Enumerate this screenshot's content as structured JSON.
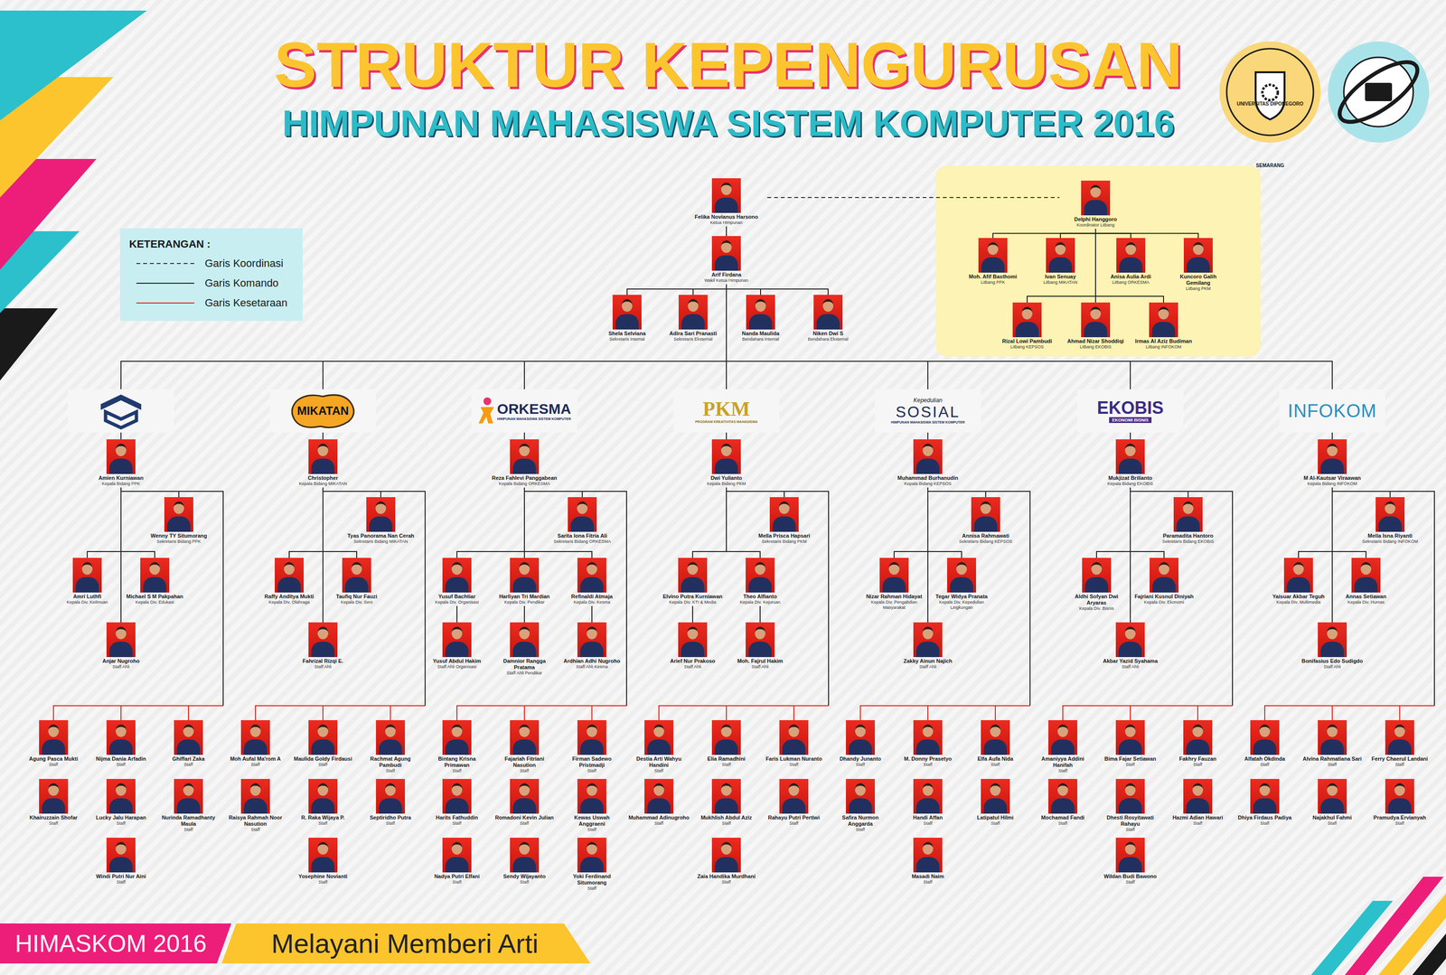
{
  "diagram": {
    "title": "STRUKTUR KEPENGURUSAN",
    "nodes": [
      {
        "text": [
          "Felika Novianus Harsono",
          "Ketua Himpunan"
        ]
      },
      {
        "text": [
          "Arif Firdana",
          "Wakil Ketua Himpunan"
        ]
      },
      {
        "text": [
          "Shela Selviana",
          "Sekretaris Internal"
        ]
      },
      {
        "text": [
          "Adira Sari Pranasti",
          "Sekretaris Eksternal"
        ]
      },
      {
        "text": [
          "Nanda Maulida",
          "Bendahara Internal"
        ]
      },
      {
        "text": [
          "Niken Dwi S",
          "Bendahara Eksternal"
        ]
      },
      {
        "text": [
          "Delphi Hanggoro",
          "Koordinator Litbang"
        ]
      },
      {
        "text": [
          "Moh. Afif Basthomi",
          "Litbang PPK"
        ]
      },
      {
        "text": [
          "Ivan Senuay",
          "Litbang MIKATAN"
        ]
      },
      {
        "text": [
          "Anisa Aulia Ardi",
          "Litbang ORKESMA"
        ]
      },
      {
        "text": [
          "Kuncoro Galih Gemilang",
          "Litbang PKM"
        ]
      },
      {
        "text": [
          "Rizal Lowi Pambudi",
          "Litbang KEPSOS"
        ]
      },
      {
        "text": [
          "Ahmad Nizar Shoddiqi",
          "Litbang EKOBIS"
        ]
      },
      {
        "text": [
          "Irmas Al Aziz Budiman",
          "Litbang INFOKOM"
        ]
      },
      {
        "text": [
          "Amien Kurniawan",
          "Kepala Bidang PPK"
        ]
      },
      {
        "text": [
          "Wenny TY Situmorang",
          "Sekretaris Bidang PPK"
        ]
      },
      {
        "text": [
          "Amri Luthfi",
          "Kepala Div. Keilmuan"
        ]
      },
      {
        "text": [
          "Michael S M Pakpahan",
          "Kepala Div. Edukasi"
        ]
      },
      {
        "text": [
          "Anjar Nugroho",
          "Staff Ahli"
        ]
      },
      {
        "text": [
          "Agung Pasca Mukti",
          "Staff"
        ]
      },
      {
        "text": [
          "Nijma Dania Arfadin",
          "Staff"
        ]
      },
      {
        "text": [
          "Ghiffari Zaka",
          "Staff"
        ]
      },
      {
        "text": [
          "Khairuzzain Shofar",
          "Staff"
        ]
      },
      {
        "text": [
          "Lucky Jalu Harapan",
          "Staff"
        ]
      },
      {
        "text": [
          "Nurinda Ramadhanty Maula",
          "Staff"
        ]
      },
      {
        "text": [
          "Windi Putri Nur Aini",
          "Staff"
        ]
      },
      {
        "text": [
          "Christopher",
          "Kepala Bidang MIKATAN"
        ]
      },
      {
        "text": [
          "Tyas Panorama Nan Cerah",
          "Sekretaris Bidang MIKATAN"
        ]
      },
      {
        "text": [
          "Raffy Anditya Mukti",
          "Kepala Div. Olahraga"
        ]
      },
      {
        "text": [
          "Taufiq Nur Fauzi",
          "Kepala Div. Seni"
        ]
      },
      {
        "text": [
          "Fahrizal Rizqi E.",
          "Staff Ahli"
        ]
      },
      {
        "text": [
          "Moh Aufal Ma'rom A",
          "Staff"
        ]
      },
      {
        "text": [
          "Maulida Goldy Firdausi",
          "Staff"
        ]
      },
      {
        "text": [
          "Rachmat Agung Pambudi",
          "Staff"
        ]
      },
      {
        "text": [
          "Raisya Rahmah Noor Nasution",
          "Staff"
        ]
      },
      {
        "text": [
          "R. Raka Wijaya P.",
          "Staff"
        ]
      },
      {
        "text": [
          "Septiridho Putra",
          "Staff"
        ]
      },
      {
        "text": [
          "Yosephine Novianti",
          "Staff"
        ]
      },
      {
        "text": [
          "Reza Fahlevi Panggabean",
          "Kepala Bidang ORKESMA"
        ]
      },
      {
        "text": [
          "Sarita Iona Fitria Ali",
          "Sekretaris Bidang ORKESMA"
        ]
      },
      {
        "text": [
          "Yusuf Bachtiar",
          "Kepala Div. Organisasi"
        ]
      },
      {
        "text": [
          "Harliyan Tri Mardian",
          "Kepala Div. Pendikar"
        ]
      },
      {
        "text": [
          "Refinaldi Atmaja",
          "Kepala Div. Kesma"
        ]
      },
      {
        "text": [
          "Yusuf Abdul Hakim",
          "Staff Ahli Organisasi"
        ]
      },
      {
        "text": [
          "Damnior Rangga Pratama",
          "Staff Ahli Pendikar"
        ]
      },
      {
        "text": [
          "Ardhian Adhi Nugroho",
          "Staff Ahli Kesma"
        ]
      },
      {
        "text": [
          "Bintang Krisna Primawan",
          "Staff"
        ]
      },
      {
        "text": [
          "Fajariah Fitriani Nasution",
          "Staff"
        ]
      },
      {
        "text": [
          "Firman Sadewo Pristmadji",
          "Staff"
        ]
      },
      {
        "text": [
          "Harits Fathuddin",
          "Staff"
        ]
      },
      {
        "text": [
          "Romadoni Kevin Julian",
          "Staff"
        ]
      },
      {
        "text": [
          "Kewas Uswah Anggraeni",
          "Staff"
        ]
      },
      {
        "text": [
          "Nadya Putri Elfani",
          "Staff"
        ]
      },
      {
        "text": [
          "Sendy Wijayanto",
          "Staff"
        ]
      },
      {
        "text": [
          "Yoki Ferdinand Situmorang",
          "Staff"
        ]
      },
      {
        "text": [
          "Dwi Yulianto",
          "Kepala Bidang PKM"
        ]
      },
      {
        "text": [
          "Mella Prisca Hapsari",
          "Sekretaris Bidang PKM"
        ]
      },
      {
        "text": [
          "Elvino Putra Kurniawan",
          "Kepala Div. KTI & Media"
        ]
      },
      {
        "text": [
          "Theo Alfianto",
          "Kepala Div. Kejuruan"
        ]
      },
      {
        "text": [
          "Arief Nur Prakoso",
          "Staff Ahli"
        ]
      },
      {
        "text": [
          "Moh. Fajrul Hakim",
          "Staff Ahli"
        ]
      },
      {
        "text": [
          "Destia Arti Wahyu Handini",
          "Staff"
        ]
      },
      {
        "text": [
          "Elia Ramadhini",
          "Staff"
        ]
      },
      {
        "text": [
          "Faris Lukman Nuranto",
          "Staff"
        ]
      },
      {
        "text": [
          "Muhammad Adinugroho",
          "Staff"
        ]
      },
      {
        "text": [
          "Mukhlish Abdul Aziz",
          "Staff"
        ]
      },
      {
        "text": [
          "Rahayu Putri Pertiwi",
          "Staff"
        ]
      },
      {
        "text": [
          "Zaia Handika Murdhani",
          "Staff"
        ]
      },
      {
        "text": [
          "Muhammad Burhanudin",
          "Kepala Bidang KEPSOS"
        ]
      },
      {
        "text": [
          "Annisa Rahmawati",
          "Sekretaris Bidang KEPSOS"
        ]
      },
      {
        "text": [
          "Nizar Rahman Hidayat",
          "Kepala Div. Pengabdian Masyarakat"
        ]
      },
      {
        "text": [
          "Tegar Widya Pranata",
          "Kepala Div. Kepedulian Lingkungan"
        ]
      },
      {
        "text": [
          "Zakky Ainun Najich",
          "Staff Ahli"
        ]
      },
      {
        "text": [
          "Dhandy Junanto",
          "Staff"
        ]
      },
      {
        "text": [
          "M. Donny Prasetyo",
          "Staff"
        ]
      },
      {
        "text": [
          "Elfa Aufa Nida",
          "Staff"
        ]
      },
      {
        "text": [
          "Safira Nurmon Anggarda",
          "Staff"
        ]
      },
      {
        "text": [
          "Handi Affan",
          "Staff"
        ]
      },
      {
        "text": [
          "Latipatul Hilmi",
          "Staff"
        ]
      },
      {
        "text": [
          "Masadi Naim",
          "Staff"
        ]
      },
      {
        "text": [
          "Mukjizat Brilianto",
          "Kepala Bidang EKOBIS"
        ]
      },
      {
        "text": [
          "Paramadita Hantoro",
          "Sekretaris Bidang EKOBIS"
        ]
      },
      {
        "text": [
          "Aldhi Sofyan Dwi Aryaras",
          "Kepala Div. Bisnis"
        ]
      },
      {
        "text": [
          "Fajriani Kusnul Diniyah",
          "Kepala Div. Ekonomi"
        ]
      },
      {
        "text": [
          "Akbar Yazid Syahama",
          "Staff Ahli"
        ]
      },
      {
        "text": [
          "Amaniyya Addini Hanifah",
          "Staff"
        ]
      },
      {
        "text": [
          "Bima Fajar Setiawan",
          "Staff"
        ]
      },
      {
        "text": [
          "Fakhry Fauzan",
          "Staff"
        ]
      },
      {
        "text": [
          "Mochamad Fandi",
          "Staff"
        ]
      },
      {
        "text": [
          "Dhesti Rosyitawati Rahayu",
          "Staff"
        ]
      },
      {
        "text": [
          "Hazmi Adian Hawari",
          "Staff"
        ]
      },
      {
        "text": [
          "Wildan Budi Bawono",
          "Staff"
        ]
      },
      {
        "text": [
          "M Al-Kautsar Viraawan",
          "Kepala Bidang INFOKOM"
        ]
      },
      {
        "text": [
          "Mella Isna Riyanti",
          "Sekretaris Bidang INFOKOM"
        ]
      },
      {
        "text": [
          "Yaisuar Akbar Teguh",
          "Kepala Div. Multimedia"
        ]
      },
      {
        "text": [
          "Annas Setiawan",
          "Kepala Div. Humas"
        ]
      },
      {
        "text": [
          "Bonifasius Edo Sudigdo",
          "Staff Ahli"
        ]
      },
      {
        "text": [
          "Alfatah Okdinda",
          "Staff"
        ]
      },
      {
        "text": [
          "Alvina Rahmatiana Sari",
          "Staff"
        ]
      },
      {
        "text": [
          "Ferry Chaerul Landani",
          "Staff"
        ]
      },
      {
        "text": [
          "Dhiya Firdaus Padiya",
          "Staff"
        ]
      },
      {
        "text": [
          "Najakhul Fahmi",
          "Staff"
        ]
      },
      {
        "text": [
          "Pramudya Ervianyah",
          "Staff"
        ]
      }
    ],
    "edges": [
      {
        "from": 0,
        "to": 1,
        "arrow": "none"
      },
      {
        "from": 0,
        "to": 6,
        "arrow": "none"
      },
      {
        "from": 1,
        "to": 2,
        "arrow": "none"
      },
      {
        "from": 1,
        "to": 3,
        "arrow": "none"
      },
      {
        "from": 1,
        "to": 4,
        "arrow": "none"
      },
      {
        "from": 1,
        "to": 5,
        "arrow": "none"
      },
      {
        "from": 1,
        "to": 14,
        "arrow": "none"
      },
      {
        "from": 1,
        "to": 26,
        "arrow": "none"
      },
      {
        "from": 1,
        "to": 38,
        "arrow": "none"
      },
      {
        "from": 1,
        "to": 55,
        "arrow": "none"
      },
      {
        "from": 1,
        "to": 68,
        "arrow": "none"
      },
      {
        "from": 1,
        "to": 80,
        "arrow": "none"
      },
      {
        "from": 1,
        "to": 92,
        "arrow": "none"
      },
      {
        "from": 6,
        "to": 7,
        "arrow": "none"
      },
      {
        "from": 6,
        "to": 8,
        "arrow": "none"
      },
      {
        "from": 6,
        "to": 9,
        "arrow": "none"
      },
      {
        "from": 6,
        "to": 10,
        "arrow": "none"
      },
      {
        "from": 6,
        "to": 11,
        "arrow": "none"
      },
      {
        "from": 6,
        "to": 12,
        "arrow": "none"
      },
      {
        "from": 6,
        "to": 13,
        "arrow": "none"
      },
      {
        "from": 14,
        "to": 15,
        "arrow": "none"
      },
      {
        "from": 14,
        "to": 16,
        "arrow": "none"
      },
      {
        "from": 14,
        "to": 17,
        "arrow": "none"
      },
      {
        "from": 14,
        "to": 18,
        "arrow": "none"
      },
      {
        "from": 14,
        "to": 19,
        "arrow": "none"
      },
      {
        "from": 14,
        "to": 20,
        "arrow": "none"
      },
      {
        "from": 14,
        "to": 21,
        "arrow": "none"
      },
      {
        "from": 26,
        "to": 27,
        "arrow": "none"
      },
      {
        "from": 26,
        "to": 28,
        "arrow": "none"
      },
      {
        "from": 26,
        "to": 29,
        "arrow": "none"
      },
      {
        "from": 26,
        "to": 30,
        "arrow": "none"
      },
      {
        "from": 26,
        "to": 31,
        "arrow": "none"
      },
      {
        "from": 26,
        "to": 32,
        "arrow": "none"
      },
      {
        "from": 26,
        "to": 33,
        "arrow": "none"
      },
      {
        "from": 38,
        "to": 39,
        "arrow": "none"
      },
      {
        "from": 38,
        "to": 40,
        "arrow": "none"
      },
      {
        "from": 38,
        "to": 41,
        "arrow": "none"
      },
      {
        "from": 38,
        "to": 42,
        "arrow": "none"
      },
      {
        "from": 40,
        "to": 43,
        "arrow": "none"
      },
      {
        "from": 41,
        "to": 44,
        "arrow": "none"
      },
      {
        "from": 42,
        "to": 45,
        "arrow": "none"
      },
      {
        "from": 38,
        "to": 46,
        "arrow": "none"
      },
      {
        "from": 38,
        "to": 47,
        "arrow": "none"
      },
      {
        "from": 38,
        "to": 48,
        "arrow": "none"
      },
      {
        "from": 55,
        "to": 56,
        "arrow": "none"
      },
      {
        "from": 55,
        "to": 57,
        "arrow": "none"
      },
      {
        "from": 55,
        "to": 58,
        "arrow": "none"
      },
      {
        "from": 57,
        "to": 59,
        "arrow": "none"
      },
      {
        "from": 58,
        "to": 60,
        "arrow": "none"
      },
      {
        "from": 55,
        "to": 61,
        "arrow": "none"
      },
      {
        "from": 55,
        "to": 62,
        "arrow": "none"
      },
      {
        "from": 55,
        "to": 63,
        "arrow": "none"
      },
      {
        "from": 68,
        "to": 69,
        "arrow": "none"
      },
      {
        "from": 68,
        "to": 70,
        "arrow": "none"
      },
      {
        "from": 68,
        "to": 71,
        "arrow": "none"
      },
      {
        "from": 68,
        "to": 72,
        "arrow": "none"
      },
      {
        "from": 68,
        "to": 73,
        "arrow": "none"
      },
      {
        "from": 68,
        "to": 74,
        "arrow": "none"
      },
      {
        "from": 68,
        "to": 75,
        "arrow": "none"
      },
      {
        "from": 80,
        "to": 81,
        "arrow": "none"
      },
      {
        "from": 80,
        "to": 82,
        "arrow": "none"
      },
      {
        "from": 80,
        "to": 83,
        "arrow": "none"
      },
      {
        "from": 80,
        "to": 84,
        "arrow": "none"
      },
      {
        "from": 80,
        "to": 85,
        "arrow": "none"
      },
      {
        "from": 80,
        "to": 86,
        "arrow": "none"
      },
      {
        "from": 80,
        "to": 87,
        "arrow": "none"
      },
      {
        "from": 92,
        "to": 93,
        "arrow": "none"
      },
      {
        "from": 92,
        "to": 94,
        "arrow": "none"
      },
      {
        "from": 92,
        "to": 95,
        "arrow": "none"
      },
      {
        "from": 92,
        "to": 96,
        "arrow": "none"
      },
      {
        "from": 92,
        "to": 97,
        "arrow": "none"
      },
      {
        "from": 92,
        "to": 98,
        "arrow": "none"
      },
      {
        "from": 92,
        "to": 99,
        "arrow": "none"
      }
    ],
    "labels": [
      "HIMPUNAN MAHASISWA SISTEM KOMPUTER 2016",
      "UNIVERSITAS DIPONEGORO",
      "SEMARANG",
      "KETERANGAN :",
      "MIKATAN",
      "ORKESMA",
      "HIMPUNAN MAHASISWA SISTEM KOMPUTER",
      "PKM",
      "PROGRAM KREATIVITAS MAHASISWA",
      "Kepedulian",
      "SOSIAL",
      "HIMPUNAN MAHASISWA SISTEM KOMPUTER",
      "EKOBIS",
      "EKONOMI BISNIS",
      "INFOKOM",
      "HIMASKOM 2016",
      "Melayani Memberi Arti"
    ],
    "legend": [
      {
        "text": "Garis Koordinasi"
      },
      {
        "text": "Garis Komando"
      },
      {
        "text": "Garis Kesetaraan"
      }
    ]
  }
}
